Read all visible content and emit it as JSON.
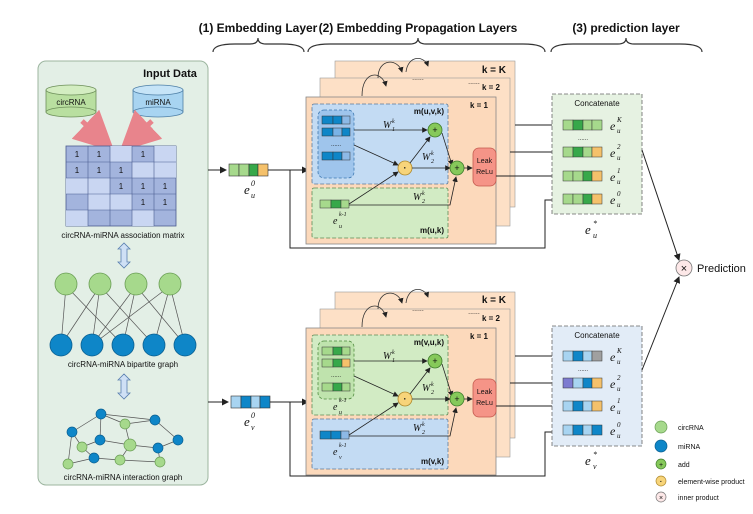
{
  "headers": {
    "embedding": "(1) Embedding Layer",
    "propagation": "(2) Embedding Propagation Layers",
    "prediction": "(3) prediction layer"
  },
  "input": {
    "title": "Input Data",
    "db_circ": "circRNA",
    "db_mirna": "miRNA",
    "matrix_cells": [
      "1",
      "1",
      "1",
      "1",
      "1",
      "1",
      "1",
      "1",
      "1",
      "1",
      "1"
    ],
    "matrix_caption": "circRNA-miRNA association matrix",
    "bipartite_caption": "circRNA-miRNA bipartite graph",
    "interaction_caption": "circRNA-miRNA interaction graph"
  },
  "top_block": {
    "k_K": "k = K",
    "k_2": "k = 2",
    "k_1": "k = 1",
    "dots": "......",
    "m_uvk": "m(u,v,k)",
    "m_uk": "m(u,k)",
    "w1": "W",
    "w1_sup": "k",
    "w1_sub": "1",
    "w2": "W",
    "w2_sup": "k",
    "w2_sub": "2",
    "w2b": "W",
    "w2b_sup": "k",
    "w2b_sub": "2",
    "e_in": "e",
    "e_in_sub": "u",
    "e_in_sup": "k-1",
    "leak_line1": "Leak",
    "leak_line2": "ReLu",
    "emb_e": "e",
    "emb_sub": "u",
    "emb_sup": "0",
    "concat_title": "Concatenate",
    "concat": [
      {
        "e": "e",
        "sub": "u",
        "sup": "K"
      },
      {
        "e": "e",
        "sub": "u",
        "sup": "2"
      },
      {
        "e": "e",
        "sub": "u",
        "sup": "1"
      },
      {
        "e": "e",
        "sub": "u",
        "sup": "0"
      }
    ],
    "final_e": "e",
    "final_sub": "u",
    "final_sup": "*"
  },
  "bottom_block": {
    "k_K": "k = K",
    "k_2": "k = 2",
    "k_1": "k = 1",
    "dots": "......",
    "m_vuk": "m(v,u,k)",
    "m_vk": "m(v,k)",
    "w1": "W",
    "w1_sup": "k",
    "w1_sub": "1",
    "w2": "W",
    "w2_sup": "k",
    "w2_sub": "2",
    "w2b": "W",
    "w2b_sup": "k",
    "w2b_sub": "2",
    "e_top": "e",
    "e_top_sub": "u",
    "e_top_sup": "k-1",
    "e_in": "e",
    "e_in_sub": "v",
    "e_in_sup": "k-1",
    "leak_line1": "Leak",
    "leak_line2": "ReLu",
    "emb_e": "e",
    "emb_sub": "v",
    "emb_sup": "0",
    "concat_title": "Concatenate",
    "concat": [
      {
        "e": "e",
        "sub": "u",
        "sup": "K"
      },
      {
        "e": "e",
        "sub": "u",
        "sup": "2"
      },
      {
        "e": "e",
        "sub": "u",
        "sup": "1"
      },
      {
        "e": "e",
        "sub": "u",
        "sup": "0"
      }
    ],
    "final_e": "e",
    "final_sub": "v",
    "final_sup": "*"
  },
  "prediction": {
    "label": "Prediction",
    "symbol": "×"
  },
  "legend": [
    {
      "icon": "circ-node",
      "label": "circRNA"
    },
    {
      "icon": "mirna-node",
      "label": "miRNA"
    },
    {
      "icon": "add-icon",
      "label": "add",
      "symbol": "+"
    },
    {
      "icon": "product-icon",
      "label": "element-wise product",
      "symbol": "·"
    },
    {
      "icon": "inner-product-icon",
      "label": "inner product",
      "symbol": "×"
    }
  ]
}
